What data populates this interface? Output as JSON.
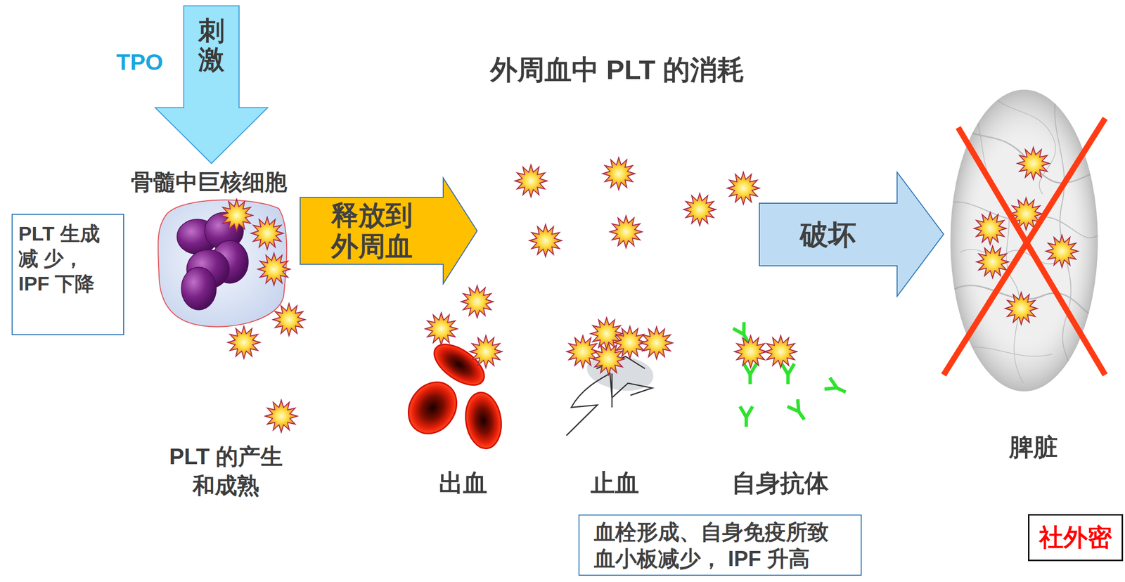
{
  "diagram": {
    "title": "外周血中 PLT 的消耗",
    "nodes": [
      {
        "text": [
          "刺激"
        ]
      },
      {
        "text": [
          "PLT 生成 减 少， IPF 下降"
        ]
      },
      {
        "text": [
          "释放到 外周血"
        ]
      },
      {
        "text": [
          "破坏"
        ]
      },
      {
        "text": [
          "血栓形成、自身免疫所致 血小板减少， IPF 升高"
        ]
      },
      {
        "text": [
          "社外密"
        ]
      }
    ],
    "labels": [
      "TPO",
      "骨髓中巨核细胞",
      "PLT 的产生 和成熟",
      "出血",
      "止血",
      "自身抗体",
      "脾脏"
    ]
  }
}
